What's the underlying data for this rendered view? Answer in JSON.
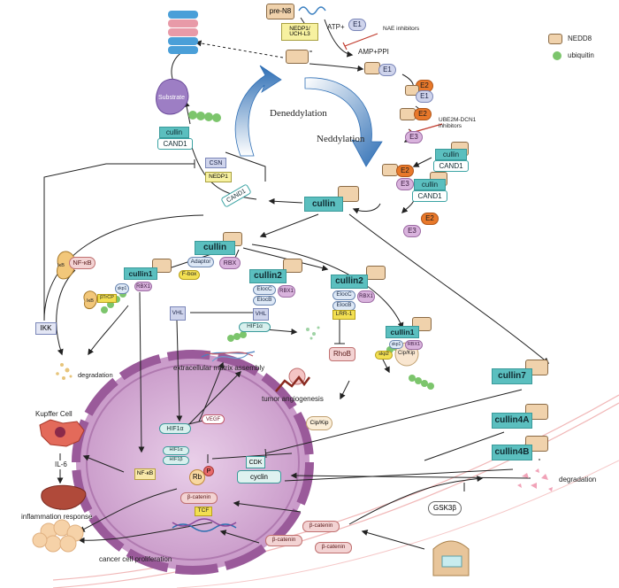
{
  "pre_n8": "pre-N8",
  "nedp1_uchl3": [
    "NEDP1/",
    "UCH-L3"
  ],
  "atp_plus": "ATP+",
  "e1": "E1",
  "nae_inhibitors": "NAE inhibitors",
  "amp_ppi": "AMP+PPI",
  "legend": {
    "nedd8": "NEDD8",
    "ubiquitin": "ubiquitin"
  },
  "e2": "E2",
  "ube2m_dcn1": [
    "UBE2M-DCN1",
    "inhibitors"
  ],
  "e3": "E3",
  "cullin": "cullin",
  "cand1": "CAND1",
  "deneddylation": "Deneddylation",
  "neddylation": "Neddylation",
  "substrate": "Substrate",
  "csn": "CSN",
  "nedp1": "NEDP1",
  "nfkb": "NF-κB",
  "ikb": "IκB",
  "btrcp": "βTrCP",
  "skp1": "skp1",
  "ikk": "IKK",
  "cullin1": "cullin1",
  "rbx1": "RBX1",
  "adaptor": "Adaptor",
  "rbx": "RBX",
  "fbox": "F-box",
  "cullin2": "cullin2",
  "elocc": "ElocC",
  "elocb": "ElocB",
  "lrr1": "LRR-1",
  "vhl": "VHL",
  "hif1a": "HIF1α",
  "hif1b": "HIF1β",
  "rhob": "RhoB",
  "skp2": "skp2",
  "cipkip": "Cip/Kip",
  "cullin7": "cullin7",
  "cullin4a": "cullin4A",
  "cullin4b": "cullin4B",
  "degradation": "degradation",
  "ecm": "extracellular matrix assembly",
  "tumor_angio": "tumor angiogenesis",
  "kupffer": "Kupffer Cell",
  "il6": "IL-6",
  "inflammation": "inflammation response",
  "cancer_prolif": "cancer cell proliferation",
  "vegf": "VEGF",
  "cdk": "CDK",
  "cyclin": "cyclin",
  "rb": "Rb",
  "p": "P",
  "bcatenin": "β-catenin",
  "tcf": "TCF",
  "gsk3b": "GSK3β",
  "colors": {
    "nedd8": "#f0d2ac",
    "ubiquitin": "#7cc56c",
    "cullin": "#5bbfbf",
    "e2": "#e8782a",
    "e3": "#d9b3dd",
    "nucleus": "#d9b5d9",
    "arrow_blue": "#2f6fb5",
    "inhibitor": "#c0392b"
  }
}
